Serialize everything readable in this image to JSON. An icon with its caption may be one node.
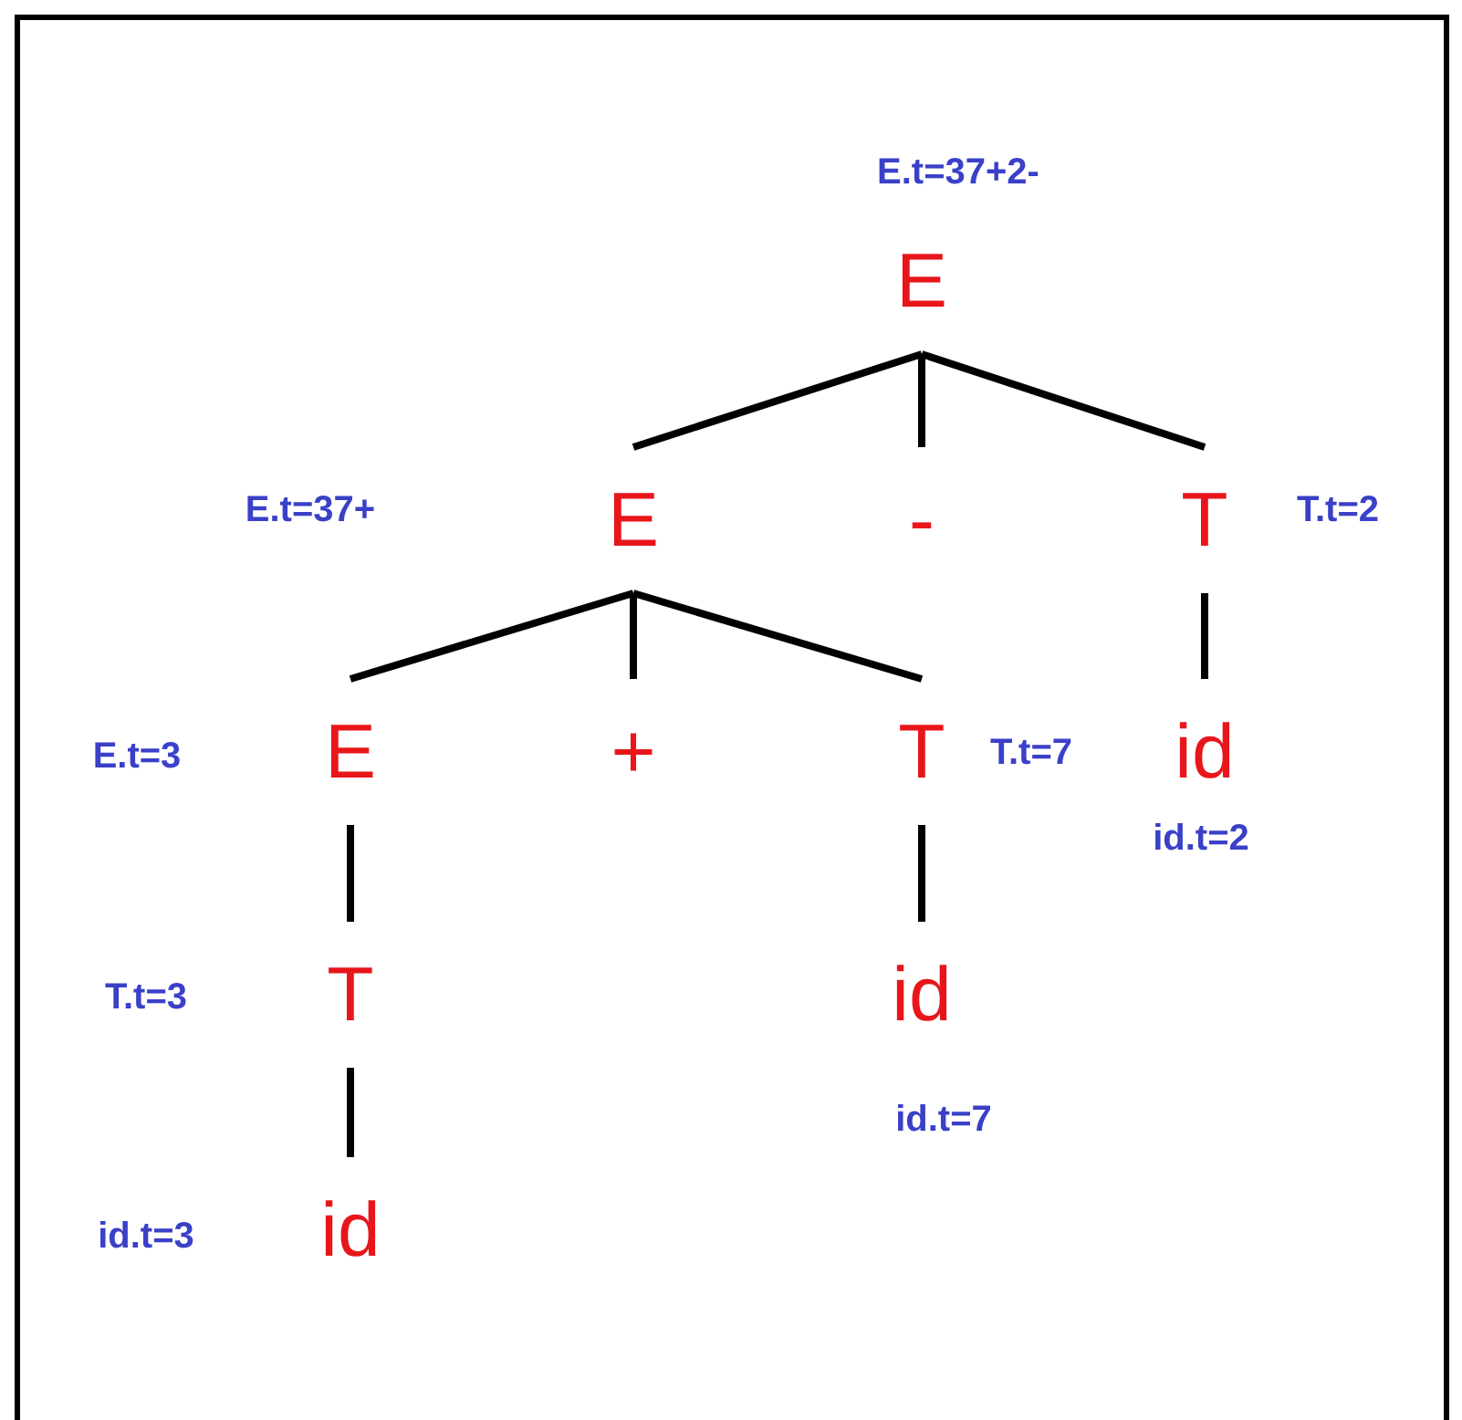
{
  "diagram": {
    "nodes": [
      {
        "text": [
          "E"
        ],
        "beside": [
          "E.t=37+2-"
        ]
      },
      {
        "text": [
          "E"
        ]
      },
      {
        "text": [
          "-"
        ]
      },
      {
        "text": [
          "T"
        ],
        "beside": [
          "T.t=2"
        ]
      },
      {
        "text": [
          "E"
        ]
      },
      {
        "text": [
          "+"
        ]
      },
      {
        "text": [
          "T"
        ],
        "beside": [
          "T.t=7"
        ]
      },
      {
        "text": [
          "id"
        ],
        "beside": [
          "id.t=2"
        ]
      },
      {
        "text": [
          "T"
        ],
        "beside": [
          "T.t=3"
        ]
      },
      {
        "text": [
          "id"
        ],
        "beside": [
          "id.t=7"
        ]
      },
      {
        "text": [
          "id"
        ],
        "beside": [
          "id.t=3"
        ]
      }
    ],
    "edges": [
      {
        "from": 0,
        "to": 1,
        "arrow": "none"
      },
      {
        "from": 0,
        "to": 2,
        "arrow": "none"
      },
      {
        "from": 0,
        "to": 3,
        "arrow": "none"
      },
      {
        "from": 1,
        "to": 4,
        "arrow": "none"
      },
      {
        "from": 1,
        "to": 5,
        "arrow": "none"
      },
      {
        "from": 1,
        "to": 6,
        "arrow": "none"
      },
      {
        "from": 3,
        "to": 7,
        "arrow": "none"
      },
      {
        "from": 4,
        "to": 8,
        "arrow": "none"
      },
      {
        "from": 6,
        "to": 9,
        "arrow": "none"
      },
      {
        "from": 8,
        "to": 10,
        "arrow": "none"
      }
    ],
    "labels": [
      "E.t=37+",
      "E.t=3"
    ]
  }
}
